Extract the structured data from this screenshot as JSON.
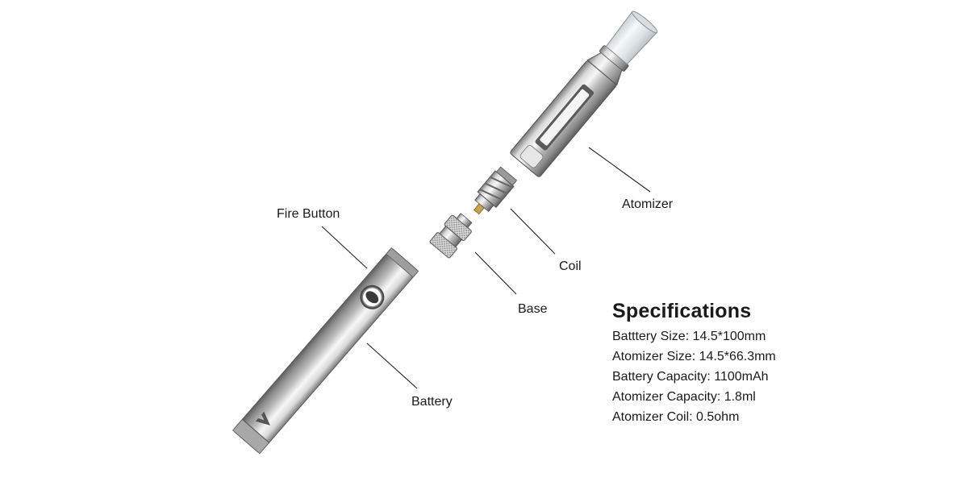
{
  "labels": {
    "atomizer": "Atomizer",
    "fire_button": "Fire Button",
    "coil": "Coil",
    "base": "Base",
    "battery": "Battery"
  },
  "specifications": {
    "title": "Specifications",
    "rows": [
      "Batttery Size: 14.5*100mm",
      "Atomizer Size: 14.5*66.3mm",
      "Battery Capacity: 1100mAh",
      "Atomizer Capacity: 1.8ml",
      "Atomizer Coil: 0.5ohm"
    ]
  },
  "colors": {
    "metal_light": "#f2f2f2",
    "metal_mid": "#bdbdbd",
    "metal_dark": "#6e6e6e",
    "glass": "#e8ecef",
    "leader_line": "#222222",
    "text": "#1a1a1a"
  }
}
